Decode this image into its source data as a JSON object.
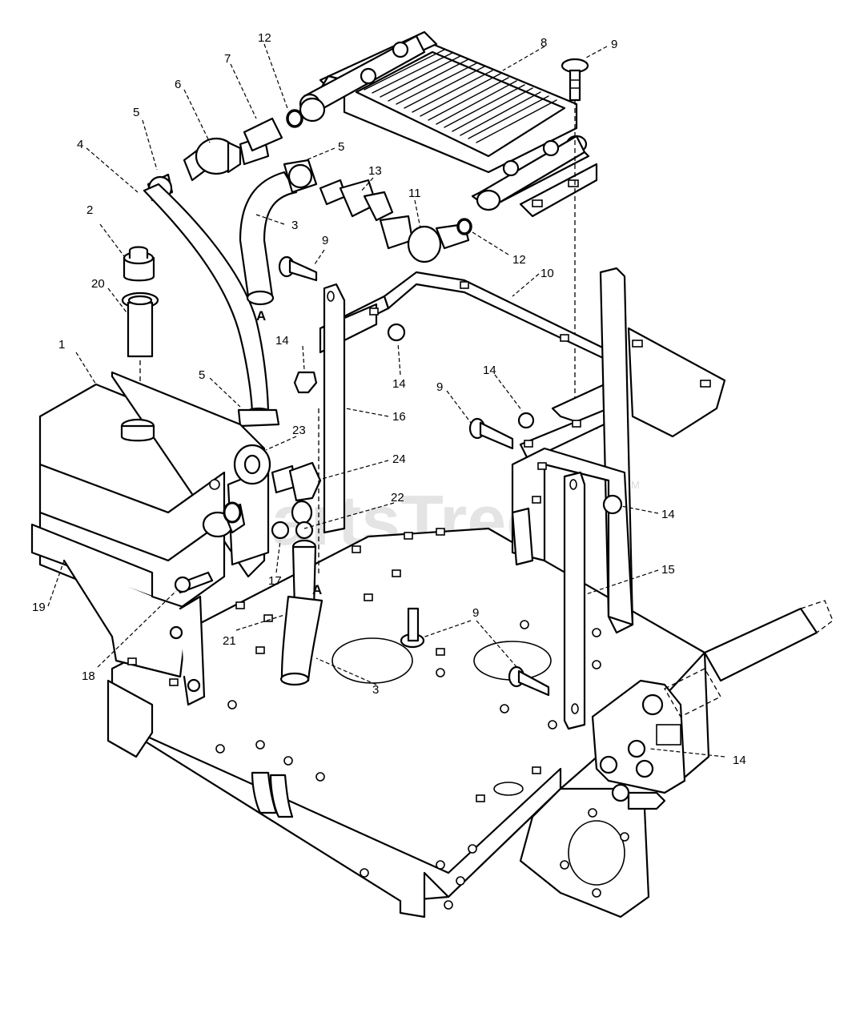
{
  "watermark": {
    "text": "PartsTree",
    "trademark": "TM"
  },
  "section_markers": [
    "A",
    "A"
  ],
  "callouts": [
    "12",
    "7",
    "8",
    "9",
    "6",
    "5",
    "4",
    "5",
    "13",
    "11",
    "3",
    "2",
    "12",
    "9",
    "10",
    "20",
    "1",
    "14",
    "14",
    "9",
    "14",
    "5",
    "16",
    "23",
    "24",
    "22",
    "14",
    "17",
    "15",
    "19",
    "21",
    "18",
    "9",
    "3",
    "14"
  ]
}
